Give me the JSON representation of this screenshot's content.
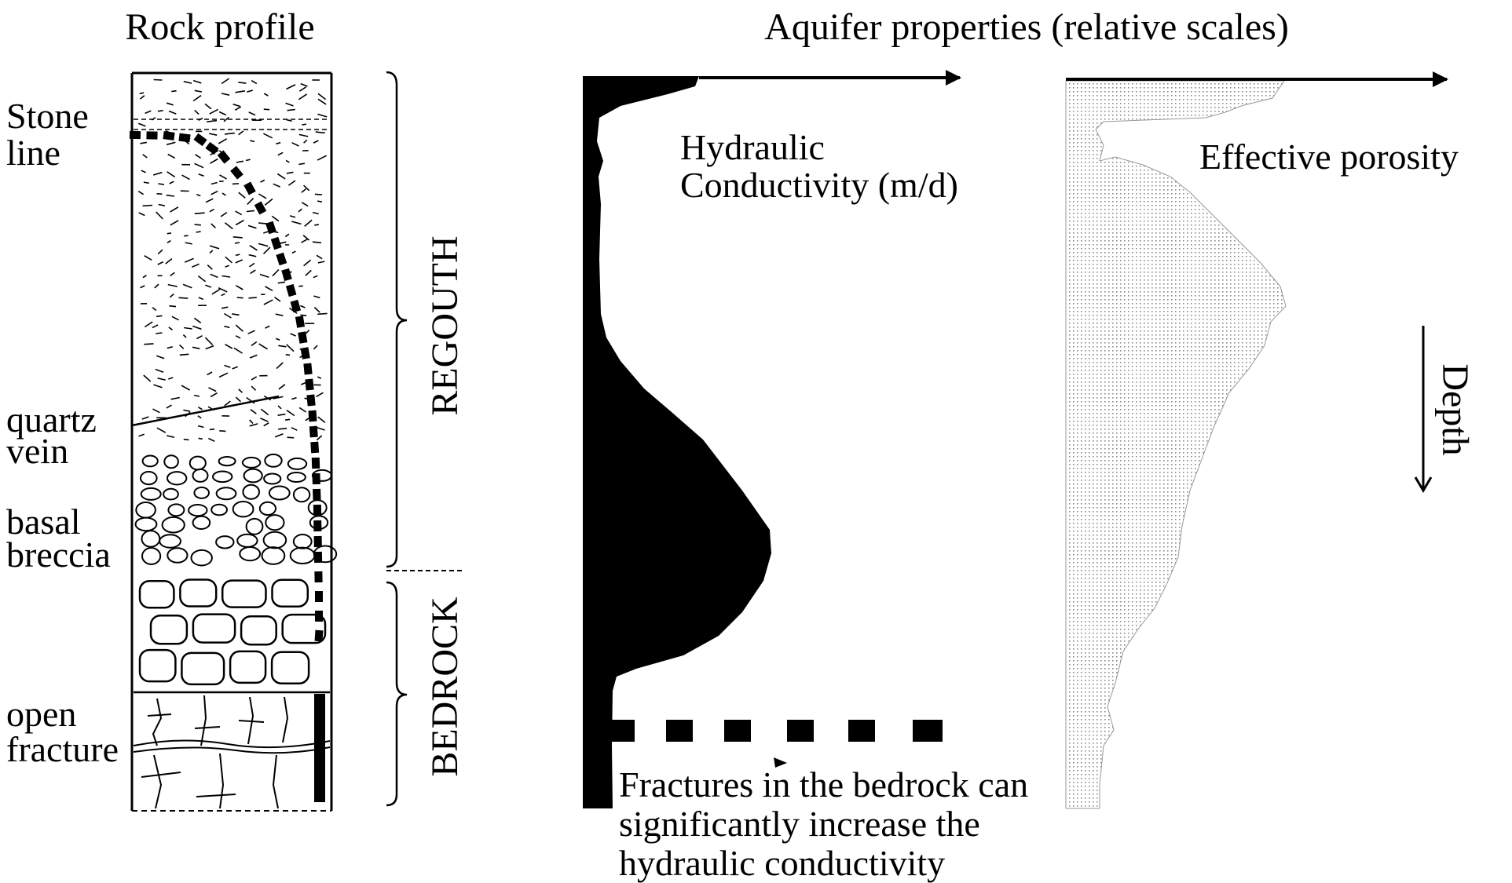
{
  "titles": {
    "rock_profile": "Rock profile",
    "aquifer": "Aquifer properties (relative scales)"
  },
  "rock_labels": {
    "stone_line": [
      "Stone",
      "line"
    ],
    "quartz_vein": [
      "quartz",
      "vein"
    ],
    "basal_breccia": [
      "basal",
      "breccia"
    ],
    "open_fracture": [
      "open",
      "fracture"
    ]
  },
  "zones": {
    "regolith": "REGOUTH",
    "bedrock": "BEDROCK"
  },
  "curves": {
    "hydraulic": [
      "Hydraulic",
      "Conductivity (m/d)"
    ],
    "porosity": "Effective porosity"
  },
  "depth_label": "Depth",
  "fracture_note": [
    "Fractures in the bedrock can",
    "significantly increase the",
    "hydraulic conductivity"
  ]
}
